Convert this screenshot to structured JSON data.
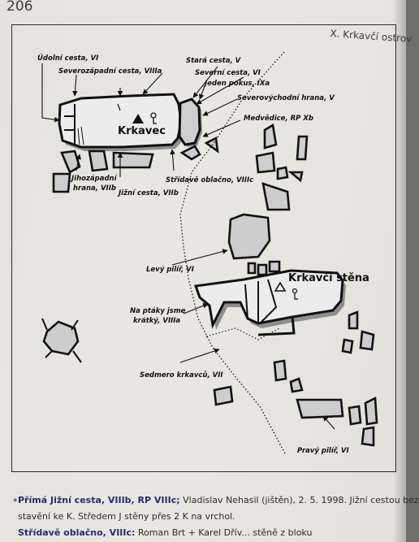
{
  "page": {
    "number": "206",
    "chapter": "X. Krkavčí ostrov"
  },
  "map": {
    "peaks": [
      {
        "name": "Krkavec"
      },
      {
        "name": "Krkavčí stěna"
      }
    ],
    "labels": {
      "udolni": "Údolní cesta, VI",
      "severozapadni": "Severozápadní cesta, VIIIa",
      "stara": "Stará cesta, V",
      "severni": "Severní cesta, VI",
      "jeden_pokus": "Jeden pokus, IXa",
      "severovychodni": "Severovýchodní hrana, V",
      "medvedice": "Medvědice, RP Xb",
      "jihozapadni_1": "Jihozápadní",
      "jihozapadni_2": "hrana, VIIb",
      "jizni": "Jižní cesta, VIIb",
      "stridave": "Střídavě oblačno, VIIIc",
      "levy": "Levý pilíř, VI",
      "na_ptaky_1": "Na ptáky jsme",
      "na_ptaky_2": "krátký, VIIIa",
      "sedmero": "Sedmero krkavců, VII",
      "pravy": "Pravý pilíř, VI"
    }
  },
  "notes": {
    "star": "*",
    "line1_bold": "Přímá Jižní cesta, VIIIb, RP VIIIc;",
    "line1_rest": " Vladislav Nehasil (jištěn), 2. 5. 1998. Jižní cestou bez",
    "line2": "stavění ke K. Středem J stěny přes 2 K na vrchol.",
    "line3_bold": "Střídavě oblačno, VIIIc:",
    "line3_rest": " Roman Brt + Karel Dřív... stěně z bloku"
  },
  "colors": {
    "ink": "#111111",
    "rock_fill": "#ececec",
    "rock_shadow": "#8e8e8e",
    "heading_blue": "#262d6e"
  }
}
